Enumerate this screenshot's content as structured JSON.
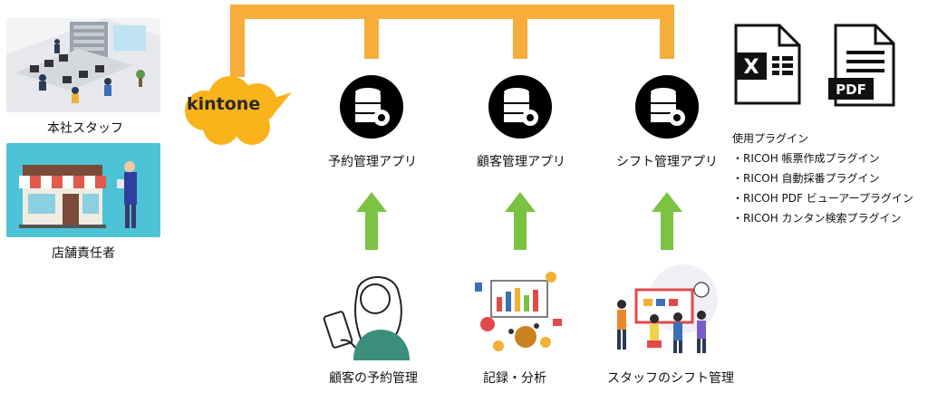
{
  "left": {
    "hq_label": "本社スタッフ",
    "store_label": "店舗責任者"
  },
  "kintone": {
    "logo_text": "kintone"
  },
  "apps": [
    {
      "label": "予約管理アプリ"
    },
    {
      "label": "顧客管理アプリ"
    },
    {
      "label": "シフト管理アプリ"
    }
  ],
  "sources": [
    {
      "label": "顧客の予約管理"
    },
    {
      "label": "記録・分析"
    },
    {
      "label": "スタッフのシフト管理"
    }
  ],
  "file_icons": {
    "excel_letter": "X",
    "pdf_text": "PDF"
  },
  "plugins": {
    "title": "使用プラグイン",
    "items": [
      "・RICOH 帳票作成プラグイン",
      "・RICOH 自動採番プラグイン",
      "・RICOH PDF ビューアープラグイン",
      "・RICOH カンタン検索プラグイン"
    ]
  },
  "colors": {
    "bracket": "#f7ad3a",
    "arrow": "#7cc242",
    "cloud": "#f9b31b",
    "store_bg": "#4cc3d6"
  }
}
